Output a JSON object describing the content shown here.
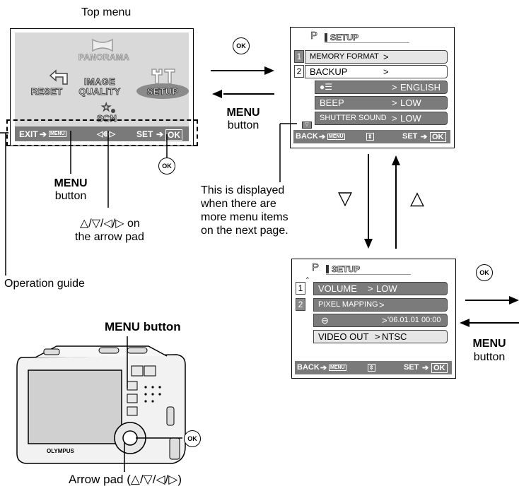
{
  "top_menu": {
    "title": "Top menu",
    "items": {
      "panorama": "PANORAMA",
      "reset": "RESET",
      "image_quality_1": "IMAGE",
      "image_quality_2": "QUALITY",
      "setup": "SETUP",
      "scn": "SCN"
    },
    "guide": {
      "exit": "EXIT",
      "set": "SET"
    }
  },
  "setup_p1": {
    "mode": "P",
    "title": "SETUP",
    "pages": [
      "1",
      "2"
    ],
    "rows": [
      {
        "key": "MEMORY FORMAT",
        "value": ""
      },
      {
        "key": "BACKUP",
        "value": ""
      },
      {
        "key": "",
        "value": "ENGLISH"
      },
      {
        "key": "BEEP",
        "value": "LOW"
      },
      {
        "key": "SHUTTER SOUND",
        "value": "LOW"
      }
    ],
    "back": "BACK",
    "set": "SET"
  },
  "setup_p2": {
    "mode": "P",
    "title": "SETUP",
    "pages": [
      "1",
      "2"
    ],
    "rows": [
      {
        "key": "VOLUME",
        "value": "LOW"
      },
      {
        "key": "PIXEL MAPPING",
        "value": ""
      },
      {
        "key": "",
        "value": "'06.01.01 00:00"
      },
      {
        "key": "VIDEO OUT",
        "value": "NTSC"
      }
    ],
    "back": "BACK",
    "set": "SET"
  },
  "labels": {
    "ok": "OK",
    "menu": "MENU",
    "button": "button",
    "menu_button_inline": "MENU button",
    "arrow_line1": "△/▽/◁/▷ on",
    "arrow_line2": "the arrow pad",
    "operation_guide": "Operation guide",
    "displayed_1": "This is displayed",
    "displayed_2": "when there are",
    "displayed_3": "more menu items",
    "displayed_4": "on the next page.",
    "down": "▽",
    "up": "△",
    "arrow_pad": "Arrow pad (△/▽/◁/▷)",
    "camera_brand": "OLYMPUS"
  }
}
